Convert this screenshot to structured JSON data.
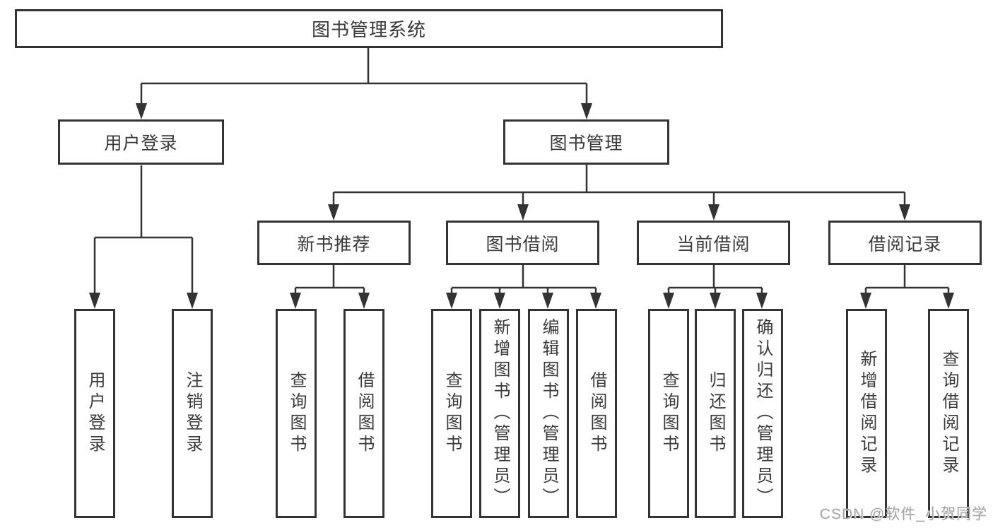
{
  "tree": {
    "root": {
      "label": "图书管理系统"
    },
    "branches": [
      {
        "label": "用户登录",
        "children": [
          {
            "label": "用户登录"
          },
          {
            "label": "注销登录"
          }
        ]
      },
      {
        "label": "图书管理",
        "children": [
          {
            "label": "新书推荐",
            "children": [
              {
                "label": "查询图书"
              },
              {
                "label": "借阅图书"
              }
            ]
          },
          {
            "label": "图书借阅",
            "children": [
              {
                "label": "查询图书"
              },
              {
                "label": "新增图书（管理员）"
              },
              {
                "label": "编辑图书（管理员）"
              },
              {
                "label": "借阅图书"
              }
            ]
          },
          {
            "label": "当前借阅",
            "children": [
              {
                "label": "查询图书"
              },
              {
                "label": "归还图书"
              },
              {
                "label": "确认归还（管理员）"
              }
            ]
          },
          {
            "label": "借阅记录",
            "children": [
              {
                "label": "新增借阅记录"
              },
              {
                "label": "查询借阅记录"
              }
            ]
          }
        ]
      }
    ]
  },
  "watermark": {
    "text": "CSDN @软件_小贺同学"
  },
  "colors": {
    "line": "#333333",
    "text": "#3a3a3a",
    "watermark": "#a6a6a6",
    "background": "#ffffff"
  }
}
